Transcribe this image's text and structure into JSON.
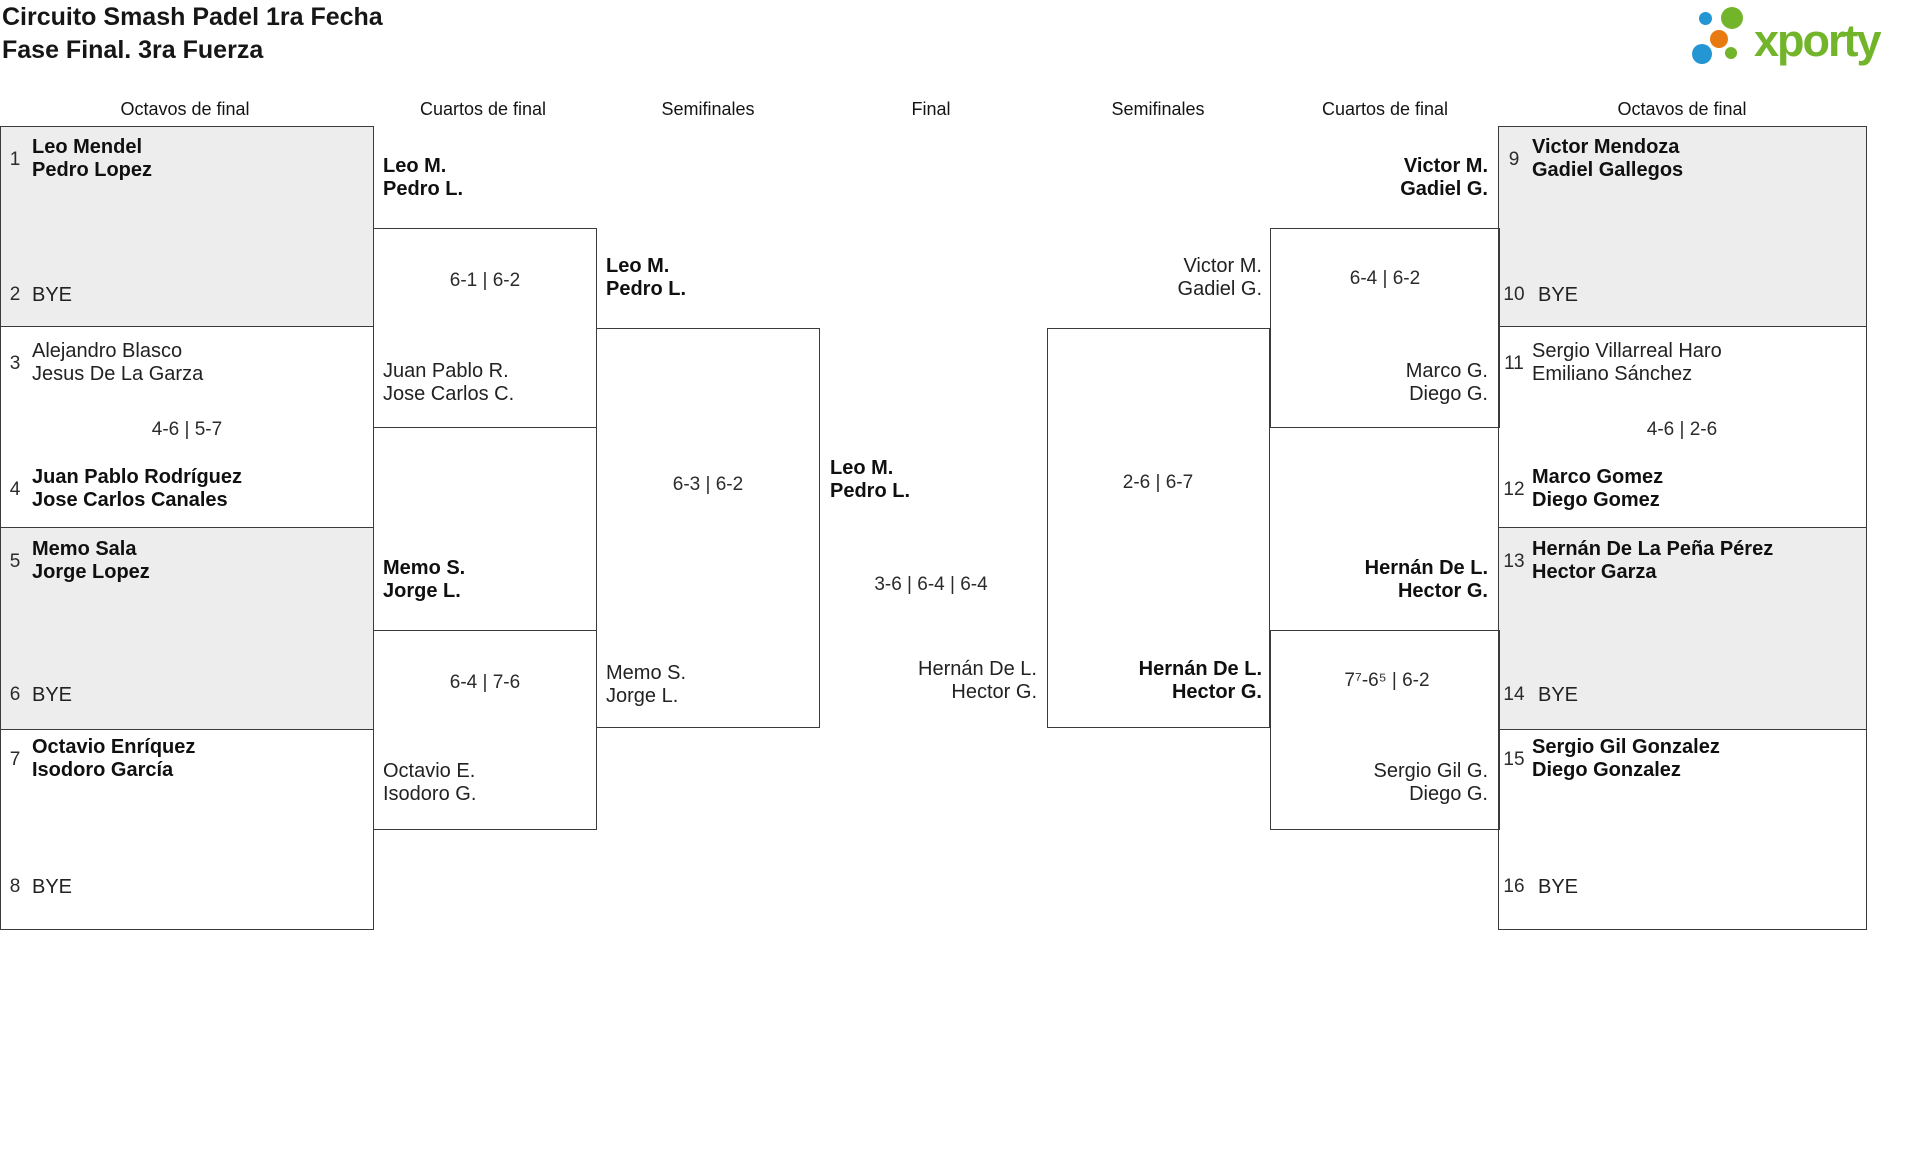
{
  "title": {
    "line1": "Circuito Smash Padel 1ra Fecha",
    "line2": "Fase Final. 3ra Fuerza"
  },
  "logo": {
    "text": "xporty",
    "green": "#72b52a",
    "blue": "#2596d4",
    "orange": "#e87a12"
  },
  "headers": {
    "left_octavos": "Octavos de final",
    "left_cuartos": "Cuartos de final",
    "left_semis": "Semifinales",
    "final": "Final",
    "right_semis": "Semifinales",
    "right_cuartos": "Cuartos de final",
    "right_octavos": "Octavos de final"
  },
  "left": {
    "octavos": {
      "seed1": {
        "num": "1",
        "team": "Leo Mendel\nPedro Lopez"
      },
      "seed2": {
        "num": "2",
        "team": "BYE"
      },
      "seed3": {
        "num": "3",
        "team": "Alejandro Blasco\nJesus De La Garza"
      },
      "seed4": {
        "num": "4",
        "team": "Juan Pablo Rodríguez\nJose Carlos Canales"
      },
      "match34_score": "4-6 | 5-7",
      "seed5": {
        "num": "5",
        "team": "Memo Sala\nJorge Lopez"
      },
      "seed6": {
        "num": "6",
        "team": "BYE"
      },
      "seed7": {
        "num": "7",
        "team": "Octavio Enríquez\nIsodoro García"
      },
      "seed8": {
        "num": "8",
        "team": "BYE"
      }
    },
    "cuartos": {
      "m1": {
        "p1": "Leo M.\nPedro L.",
        "score": "6-1 | 6-2",
        "p2": "Juan Pablo R.\nJose Carlos C."
      },
      "m2": {
        "p1": "Memo S.\nJorge L.",
        "score": "6-4 | 7-6",
        "p2": "Octavio E.\nIsodoro G."
      }
    },
    "semifinal": {
      "p1": "Leo M.\nPedro L.",
      "score": "6-3 | 6-2",
      "p2": "Memo S.\nJorge L."
    }
  },
  "final": {
    "winner": "Leo M.\nPedro L.",
    "score": "3-6 | 6-4 | 6-4",
    "runner_up": "Hernán De L.\nHector G."
  },
  "right": {
    "semifinal": {
      "p1": "Victor M.\nGadiel G.",
      "score": "2-6 | 6-7",
      "p2": "Hernán De L.\nHector G."
    },
    "cuartos": {
      "m1": {
        "p1": "Victor M.\nGadiel G.",
        "score": "6-4 | 6-2",
        "p2": "Marco G.\nDiego G."
      },
      "m2": {
        "p1": "Hernán De L.\nHector G.",
        "score": "7⁷-6⁵ | 6-2",
        "p2": "Sergio Gil G.\nDiego G."
      }
    },
    "octavos": {
      "seed9": {
        "num": "9",
        "team": "Victor Mendoza\nGadiel Gallegos"
      },
      "seed10": {
        "num": "10",
        "team": "BYE"
      },
      "seed11": {
        "num": "11",
        "team": "Sergio Villarreal Haro\nEmiliano Sánchez"
      },
      "seed12": {
        "num": "12",
        "team": "Marco Gomez\nDiego Gomez"
      },
      "match1112_score": "4-6 | 2-6",
      "seed13": {
        "num": "13",
        "team": "Hernán De La Peña Pérez\nHector Garza"
      },
      "seed14": {
        "num": "14",
        "team": "BYE"
      },
      "seed15": {
        "num": "15",
        "team": "Sergio Gil Gonzalez\nDiego Gonzalez"
      },
      "seed16": {
        "num": "16",
        "team": "BYE"
      }
    }
  }
}
